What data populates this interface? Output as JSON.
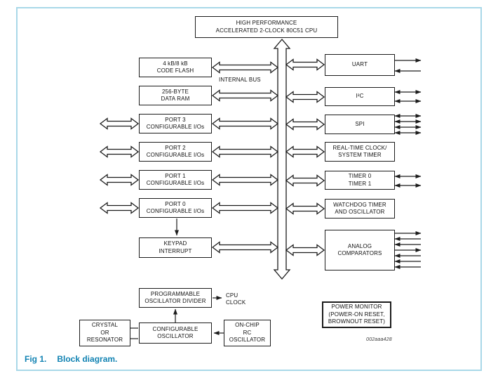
{
  "figure": {
    "caption_label": "Fig 1.",
    "caption_text": "Block diagram.",
    "figure_id": "002aaa428",
    "colors": {
      "frame_border": "#a9d8e8",
      "caption_text": "#1283b3",
      "diagram_lines": "#1c1c1c"
    }
  },
  "labels": {
    "internal_bus": "INTERNAL BUS",
    "cpu_clock": "CPU\nCLOCK"
  },
  "boxes": {
    "cpu": {
      "label": "HIGH PERFORMANCE\nACCELERATED 2-CLOCK 80C51 CPU"
    },
    "code_flash": {
      "label": "4 kB/8 kB\nCODE FLASH"
    },
    "data_ram": {
      "label": "256-BYTE\nDATA RAM"
    },
    "port3": {
      "label": "PORT 3\nCONFIGURABLE I/Os"
    },
    "port2": {
      "label": "PORT 2\nCONFIGURABLE I/Os"
    },
    "port1": {
      "label": "PORT 1\nCONFIGURABLE I/Os"
    },
    "port0": {
      "label": "PORT 0\nCONFIGURABLE I/Os"
    },
    "keypad": {
      "label": "KEYPAD\nINTERRUPT"
    },
    "uart": {
      "label": "UART"
    },
    "i2c": {
      "label": "I²C"
    },
    "spi": {
      "label": "SPI"
    },
    "rtc": {
      "label": "REAL-TIME CLOCK/\nSYSTEM TIMER"
    },
    "timers": {
      "label": "TIMER 0\nTIMER 1"
    },
    "watchdog": {
      "label": "WATCHDOG TIMER\nAND OSCILLATOR"
    },
    "comparators": {
      "label": "ANALOG\nCOMPARATORS"
    },
    "osc_divider": {
      "label": "PROGRAMMABLE\nOSCILLATOR DIVIDER"
    },
    "config_osc": {
      "label": "CONFIGURABLE\nOSCILLATOR"
    },
    "crystal": {
      "label": "CRYSTAL\nOR\nRESONATOR"
    },
    "rc_osc": {
      "label": "ON-CHIP\nRC\nOSCILLATOR"
    },
    "power_monitor": {
      "label": "POWER MONITOR\n(POWER-ON RESET,\nBROWNOUT RESET)"
    }
  }
}
